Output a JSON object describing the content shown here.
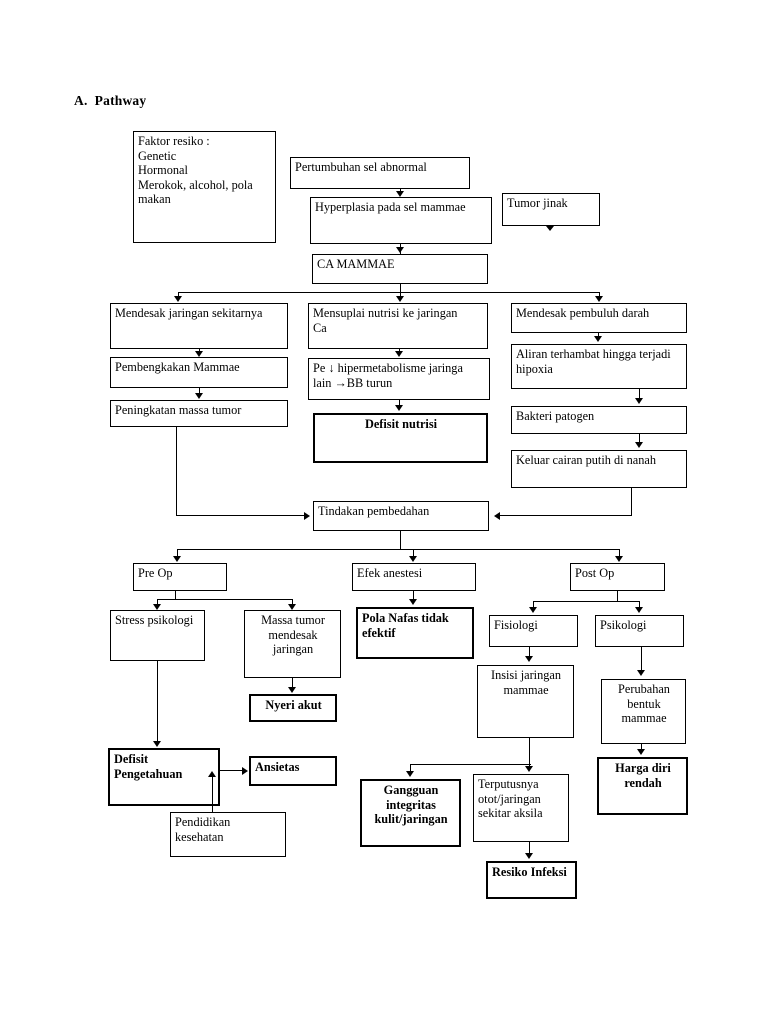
{
  "heading": "A.  Pathway",
  "nodes": {
    "faktor_resiko": "Faktor resiko :\nGenetic\nHormonal\nMerokok, alcohol, pola\nmakan",
    "pertumbuhan": "Pertumbuhan sel abnormal",
    "hyperplasia": "Hyperplasia pada sel mammae",
    "tumor_jinak": "Tumor jinak",
    "ca_mammae": "CA MAMMAE",
    "mendesak_jaringan": "Mendesak jaringan sekitarnya",
    "mensuplai_nutrisi": "Mensuplai nutrisi ke jaringan\nCa",
    "mendesak_pembuluh": "Mendesak pembuluh darah",
    "pembengkakan": "Pembengkakan Mammae",
    "hipermetabolisme": "Pe ↓ hipermetabolisme jaringa\nlain →BB turun",
    "aliran_terhambat": "Aliran terhambat hingga terjadi\nhipoxia",
    "peningkatan_massa": "Peningkatan massa tumor",
    "defisit_nutrisi": "Defisit nutrisi",
    "bakteri_patogen": "Bakteri patogen",
    "keluar_cairan": "Keluar cairan putih di nanah",
    "tindakan_pembedahan": "Tindakan pembedahan",
    "pre_op": "Pre Op",
    "efek_anestesi": "Efek anestesi",
    "post_op": "Post Op",
    "stress_psikologi": "Stress psikologi",
    "massa_tumor_mendesak": "Massa tumor\nmendesak\njaringan",
    "pola_nafas": "Pola Nafas tidak\nefektif",
    "fisiologi": "Fisiologi",
    "psikologi": "Psikologi",
    "nyeri_akut": "Nyeri akut",
    "insisi_jaringan": "Insisi jaringan\nmammae",
    "perubahan_bentuk": "Perubahan\nbentuk\nmammae",
    "defisit_pengetahuan": "Defisit\nPengetahuan",
    "ansietas": "Ansietas",
    "harga_diri_rendah": "Harga diri\nrendah",
    "gangguan_integritas": "Gangguan\nintegritas\nkulit/jaringan",
    "terputusnya_otot": "Terputusnya\notot/jaringan\nsekitar aksila",
    "pendidikan_kesehatan": "Pendidikan\nkesehatan",
    "resiko_infeksi": "Resiko  Infeksi"
  },
  "colors": {
    "ink": "#000000",
    "paper": "#ffffff"
  }
}
